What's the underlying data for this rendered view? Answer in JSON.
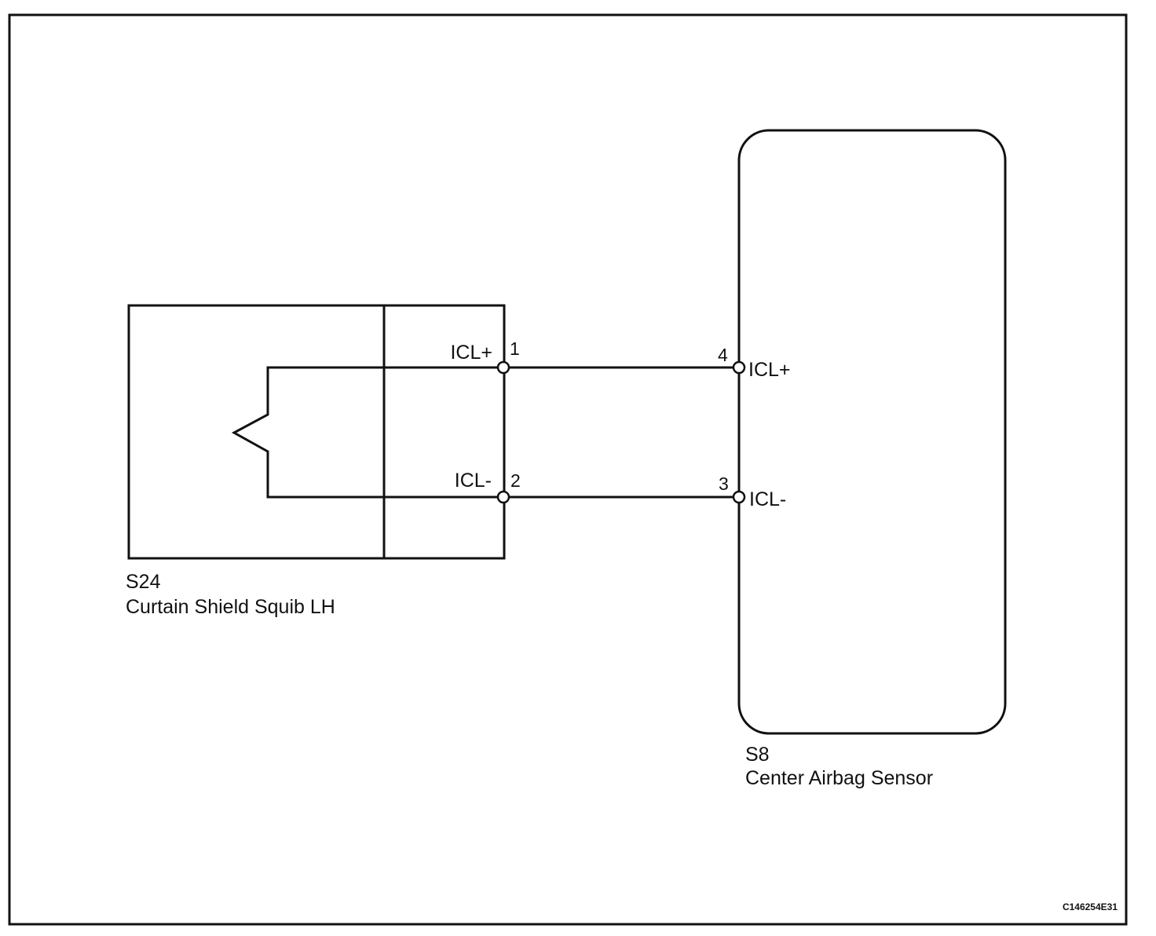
{
  "components": {
    "squib": {
      "code": "S24",
      "name": "Curtain Shield Squib LH",
      "terminals": [
        {
          "pin": "1",
          "signal": "ICL+"
        },
        {
          "pin": "2",
          "signal": "ICL-"
        }
      ]
    },
    "sensor": {
      "code": "S8",
      "name": "Center Airbag Sensor",
      "terminals": [
        {
          "pin": "4",
          "signal": "ICL+"
        },
        {
          "pin": "3",
          "signal": "ICL-"
        }
      ]
    }
  },
  "wires": [
    {
      "from": "S24-1",
      "to": "S8-4",
      "signal": "ICL+"
    },
    {
      "from": "S24-2",
      "to": "S8-3",
      "signal": "ICL-"
    }
  ],
  "figure_id": "C146254E31"
}
